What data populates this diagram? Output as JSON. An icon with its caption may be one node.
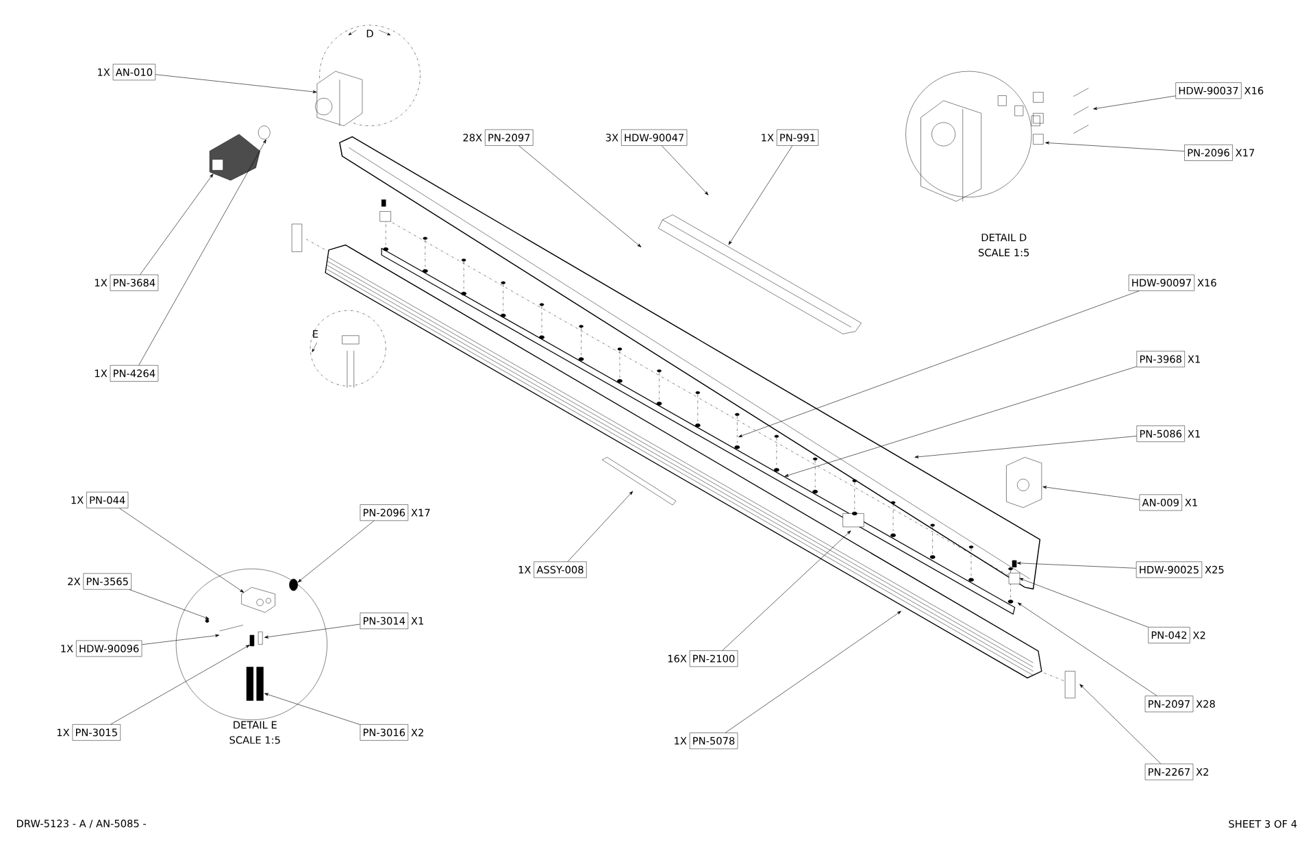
{
  "diagram": {
    "nodes": [
      {
        "text": [
          "AN-010"
        ],
        "beside": [
          "1X"
        ]
      },
      {
        "text": [
          "PN-3684"
        ],
        "beside": [
          "1X"
        ]
      },
      {
        "text": [
          "PN-4264"
        ],
        "beside": [
          "1X"
        ]
      },
      {
        "text": [
          "PN-2097"
        ],
        "beside": [
          "28X"
        ]
      },
      {
        "text": [
          "HDW-90047"
        ],
        "beside": [
          "3X"
        ]
      },
      {
        "text": [
          "PN-991"
        ],
        "beside": [
          "1X"
        ]
      },
      {
        "text": [
          "HDW-90037"
        ],
        "beside": [
          "X16"
        ]
      },
      {
        "text": [
          "PN-2096"
        ],
        "beside": [
          "X17"
        ]
      },
      {
        "text": [
          "HDW-90097"
        ],
        "beside": [
          "X16"
        ]
      },
      {
        "text": [
          "PN-3968"
        ],
        "beside": [
          "X1"
        ]
      },
      {
        "text": [
          "PN-5086"
        ],
        "beside": [
          "X1"
        ]
      },
      {
        "text": [
          "AN-009"
        ],
        "beside": [
          "X1"
        ]
      },
      {
        "text": [
          "HDW-90025"
        ],
        "beside": [
          "X25"
        ]
      },
      {
        "text": [
          "PN-042"
        ],
        "beside": [
          "X2"
        ]
      },
      {
        "text": [
          "PN-2097"
        ],
        "beside": [
          "X28"
        ]
      },
      {
        "text": [
          "PN-2267"
        ],
        "beside": [
          "X2"
        ]
      },
      {
        "text": [
          "PN-2100"
        ],
        "beside": [
          "16X"
        ]
      },
      {
        "text": [
          "PN-5078"
        ],
        "beside": [
          "1X"
        ]
      },
      {
        "text": [
          "ASSY-008"
        ],
        "beside": [
          "1X"
        ]
      },
      {
        "text": [
          "PN-044"
        ],
        "beside": [
          "1X"
        ]
      },
      {
        "text": [
          "PN-2096"
        ],
        "beside": [
          "X17"
        ]
      },
      {
        "text": [
          "PN-3565"
        ],
        "beside": [
          "2X"
        ]
      },
      {
        "text": [
          "HDW-90096"
        ],
        "beside": [
          "1X"
        ]
      },
      {
        "text": [
          "PN-3014"
        ],
        "beside": [
          "X1"
        ]
      },
      {
        "text": [
          "PN-3015"
        ],
        "beside": [
          "1X"
        ]
      },
      {
        "text": [
          "PN-3016"
        ],
        "beside": [
          "X2"
        ]
      },
      {
        "text": [],
        "shape": "picture"
      },
      {
        "text": [],
        "shape": "picture"
      },
      {
        "text": [],
        "shape": "circle"
      },
      {
        "text": [],
        "shape": "picture"
      },
      {
        "text": [],
        "shape": "box"
      },
      {
        "text": [],
        "shape": "picture"
      },
      {
        "text": [],
        "shape": "picture"
      },
      {
        "text": [],
        "shape": "box"
      },
      {
        "text": [],
        "shape": "picture"
      },
      {
        "text": [],
        "shape": "circle"
      },
      {
        "text": [],
        "shape": "box"
      }
    ],
    "edges": [
      {
        "from": 0,
        "to": 26,
        "arrow": "to"
      },
      {
        "from": 1,
        "to": 27,
        "arrow": "to"
      },
      {
        "from": 2,
        "to": 28,
        "arrow": "to"
      },
      {
        "from": 3,
        "to": null,
        "arrow": "to"
      },
      {
        "from": 4,
        "to": null,
        "arrow": "to"
      },
      {
        "from": 5,
        "to": 29,
        "arrow": "to"
      },
      {
        "from": 6,
        "to": null,
        "arrow": "to"
      },
      {
        "from": 7,
        "to": 30,
        "arrow": "to"
      },
      {
        "from": 8,
        "to": null,
        "arrow": "to"
      },
      {
        "from": 9,
        "to": null,
        "arrow": "to"
      },
      {
        "from": 10,
        "to": null,
        "arrow": "to"
      },
      {
        "from": 11,
        "to": 31,
        "arrow": "to"
      },
      {
        "from": 12,
        "to": null,
        "arrow": "to"
      },
      {
        "from": 13,
        "to": null,
        "arrow": "to"
      },
      {
        "from": 14,
        "to": null,
        "arrow": "to"
      },
      {
        "from": 15,
        "to": null,
        "arrow": "to"
      },
      {
        "from": 16,
        "to": null,
        "arrow": "to"
      },
      {
        "from": 17,
        "to": null,
        "arrow": "to"
      },
      {
        "from": 18,
        "to": null,
        "arrow": "to"
      },
      {
        "from": 19,
        "to": 32,
        "arrow": "to"
      },
      {
        "from": 20,
        "to": 35,
        "arrow": "to"
      },
      {
        "from": 21,
        "to": null,
        "arrow": "to"
      },
      {
        "from": 22,
        "to": null,
        "arrow": "to"
      },
      {
        "from": 23,
        "to": 36,
        "arrow": "to"
      },
      {
        "from": 24,
        "to": 33,
        "arrow": "to"
      },
      {
        "from": 25,
        "to": 34,
        "arrow": "to"
      }
    ],
    "labels": [
      "D",
      "E",
      "DETAIL D",
      "SCALE 1:5",
      "DETAIL E",
      "SCALE 1:5",
      "DRW-5123 - A / AN-5085 -",
      "SHEET 3 OF 4"
    ]
  }
}
